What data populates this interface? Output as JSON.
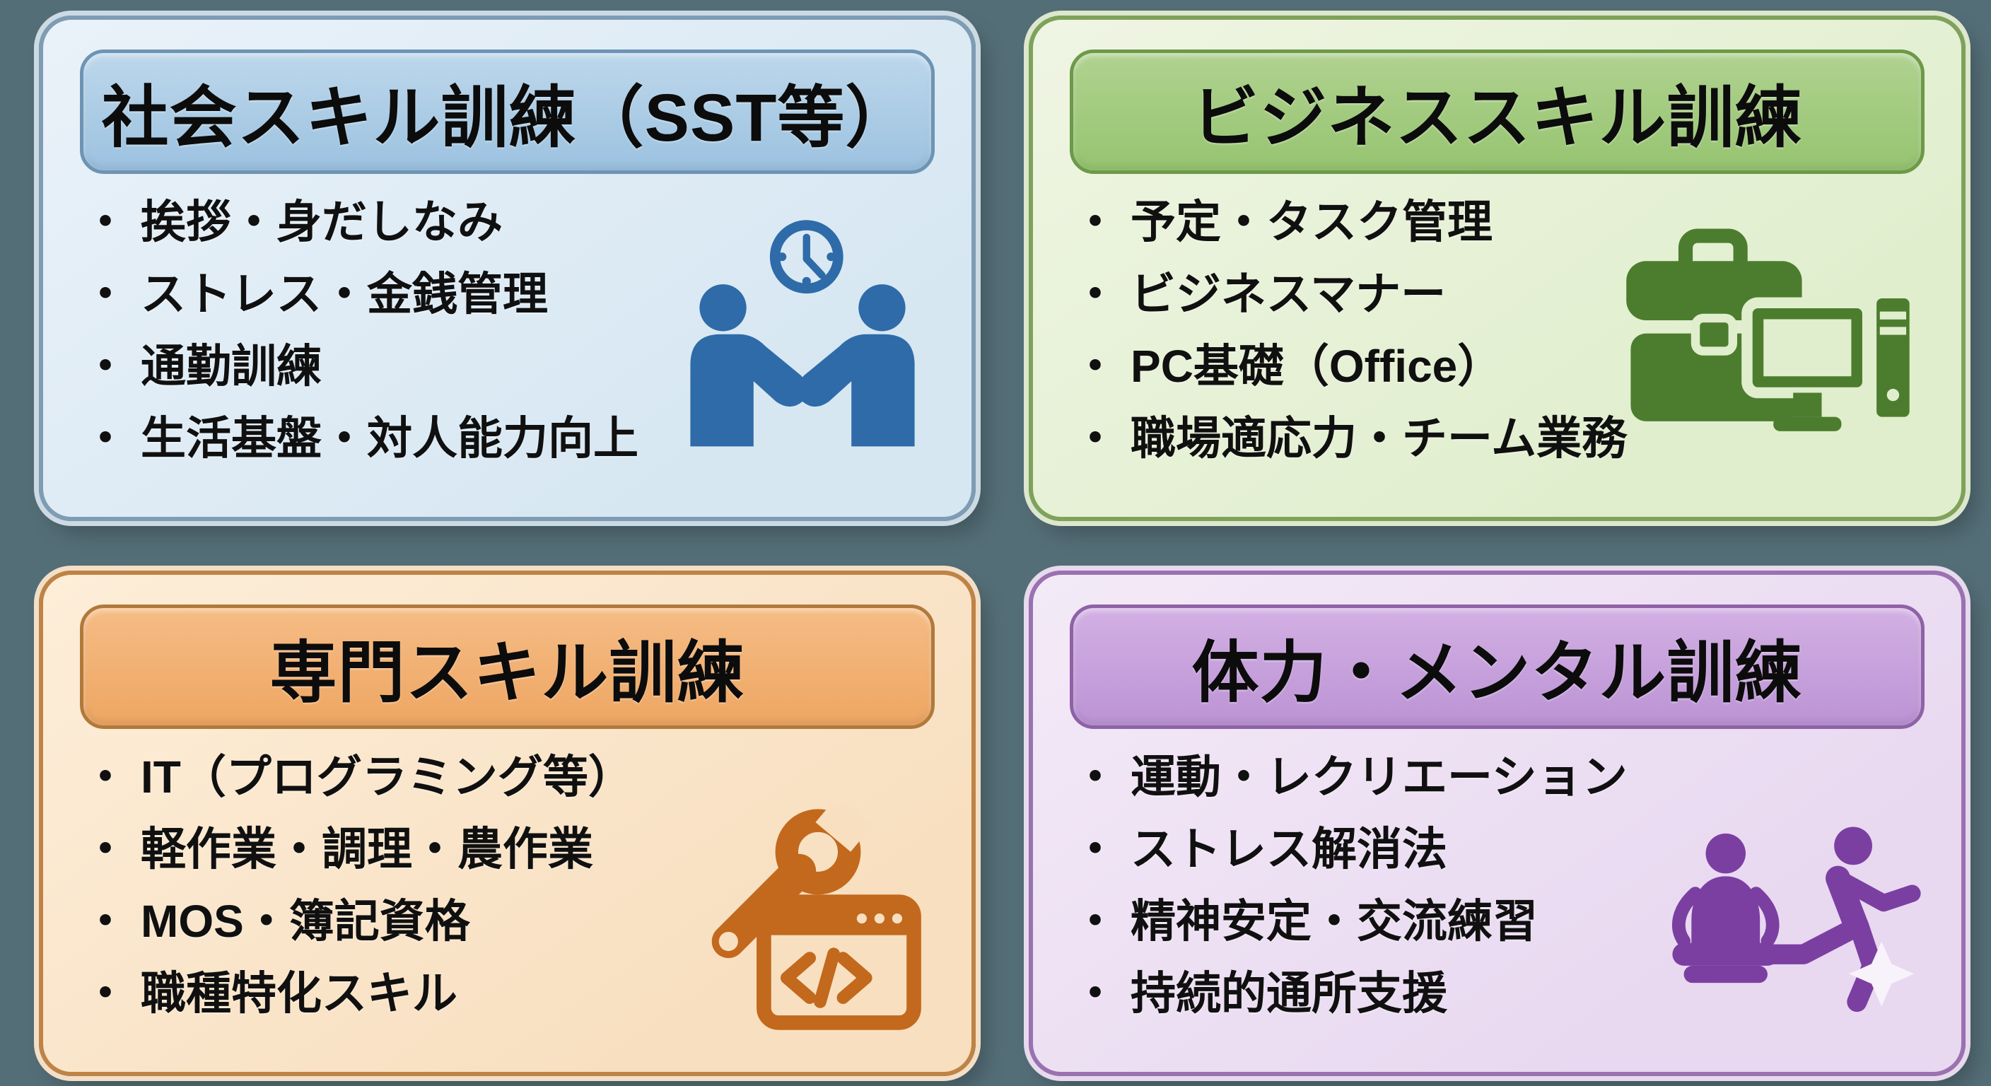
{
  "page": {
    "background_color": "#546e77",
    "bullet_char": "・",
    "text_color": "#101010"
  },
  "cards": [
    {
      "id": "social",
      "title": "社会スキル訓練（SST等）",
      "items": [
        "挨拶・身だしなみ",
        "ストレス・金銭管理",
        "通勤訓練",
        "生活基盤・対人能力向上"
      ],
      "icon": "handshake-clock-icon",
      "colors": {
        "outer": "#ccdae4",
        "border": "#7e9cb4",
        "body_a": "#eaf2f9",
        "body_b": "#d7e7f2",
        "header_a": "#bdd7eb",
        "header_b": "#9cc2e0",
        "header_border": "#6d94b4",
        "icon": "#2e6ba8"
      }
    },
    {
      "id": "business",
      "title": "ビジネススキル訓練",
      "items": [
        "予定・タスク管理",
        "ビジネスマナー",
        "PC基礎（Office）",
        "職場適応力・チーム業務"
      ],
      "icon": "briefcase-computer-icon",
      "colors": {
        "outer": "#dce7cd",
        "border": "#7fa25a",
        "body_a": "#eff5e3",
        "body_b": "#e0eecd",
        "header_a": "#b0d290",
        "header_b": "#96c470",
        "header_border": "#6c9a48",
        "icon": "#4c7d2e"
      }
    },
    {
      "id": "technical",
      "title": "専門スキル訓練",
      "items": [
        "IT（プログラミング等）",
        "軽作業・調理・農作業",
        "MOS・簿記資格",
        "職種特化スキル"
      ],
      "icon": "wrench-code-icon",
      "colors": {
        "outer": "#f2dfc6",
        "border": "#bf8346",
        "body_a": "#fdeed9",
        "body_b": "#f8dfc0",
        "header_a": "#f5bc85",
        "header_b": "#eea662",
        "header_border": "#b1793a",
        "icon": "#c2691d"
      }
    },
    {
      "id": "mental",
      "title": "体力・メンタル訓練",
      "items": [
        "運動・レクリエーション",
        "ストレス解消法",
        "精神安定・交流練習",
        "持続的通所支援"
      ],
      "icon": "meditation-runner-icon",
      "colors": {
        "outer": "#e6daec",
        "border": "#9a71b1",
        "body_a": "#f3eaf7",
        "body_b": "#e8d8f0",
        "header_a": "#d2b0e3",
        "header_b": "#bc93d5",
        "header_border": "#8e62a7",
        "icon": "#7b3fa2"
      }
    }
  ]
}
